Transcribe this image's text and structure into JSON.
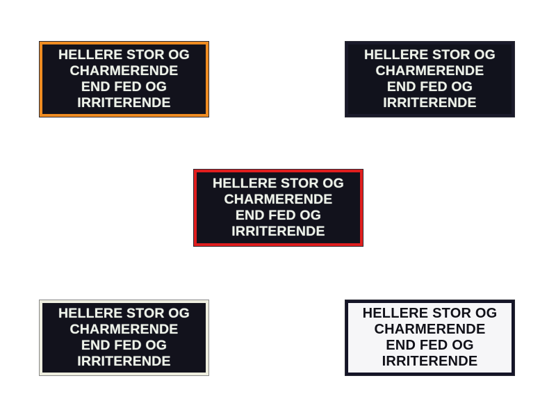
{
  "patches": [
    {
      "variant": "orange-border",
      "border_color": "#ef8c22",
      "background_color": "#12121c",
      "text_color": "#eef3ea",
      "lines": [
        "HELLERE STOR OG",
        "CHARMERENDE",
        "END FED OG",
        "IRRITERENDE"
      ]
    },
    {
      "variant": "black-border",
      "border_color": "#1a1a2a",
      "background_color": "#11121c",
      "text_color": "#eef3ea",
      "lines": [
        "HELLERE STOR OG",
        "CHARMERENDE",
        "END FED OG",
        "IRRITERENDE"
      ]
    },
    {
      "variant": "red-border",
      "border_color": "#e01e1e",
      "background_color": "#12121c",
      "text_color": "#eef3ea",
      "lines": [
        "HELLERE STOR OG",
        "CHARMERENDE",
        "END FED OG",
        "IRRITERENDE"
      ]
    },
    {
      "variant": "white-border",
      "border_color": "#eeeedf",
      "background_color": "#12121c",
      "text_color": "#eef3ea",
      "lines": [
        "HELLERE STOR OG",
        "CHARMERENDE",
        "END FED OG",
        "IRRITERENDE"
      ]
    },
    {
      "variant": "white-background",
      "border_color": "#151528",
      "background_color": "#f6f6f8",
      "text_color": "#101018",
      "lines": [
        "HELLERE STOR OG",
        "CHARMERENDE",
        "END FED OG",
        "IRRITERENDE"
      ]
    }
  ]
}
